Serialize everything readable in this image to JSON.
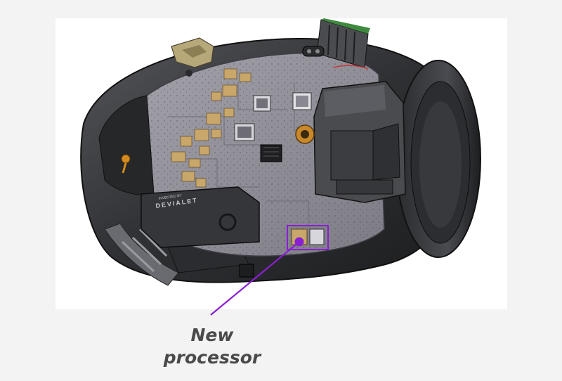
{
  "caption": {
    "text": "New\nprocessor"
  },
  "board": {
    "engraving_small": "INVENTED BY",
    "engraving_brand": "DEVIALET"
  },
  "colors": {
    "page_background": "#f3f3f3",
    "panel_background": "#ffffff",
    "callout": "#8a1fd1",
    "caption_text": "#4a4a4a",
    "pcb": "#8f8d96",
    "housing": "#3b3b3d",
    "components_gold": "#c9a66a"
  }
}
